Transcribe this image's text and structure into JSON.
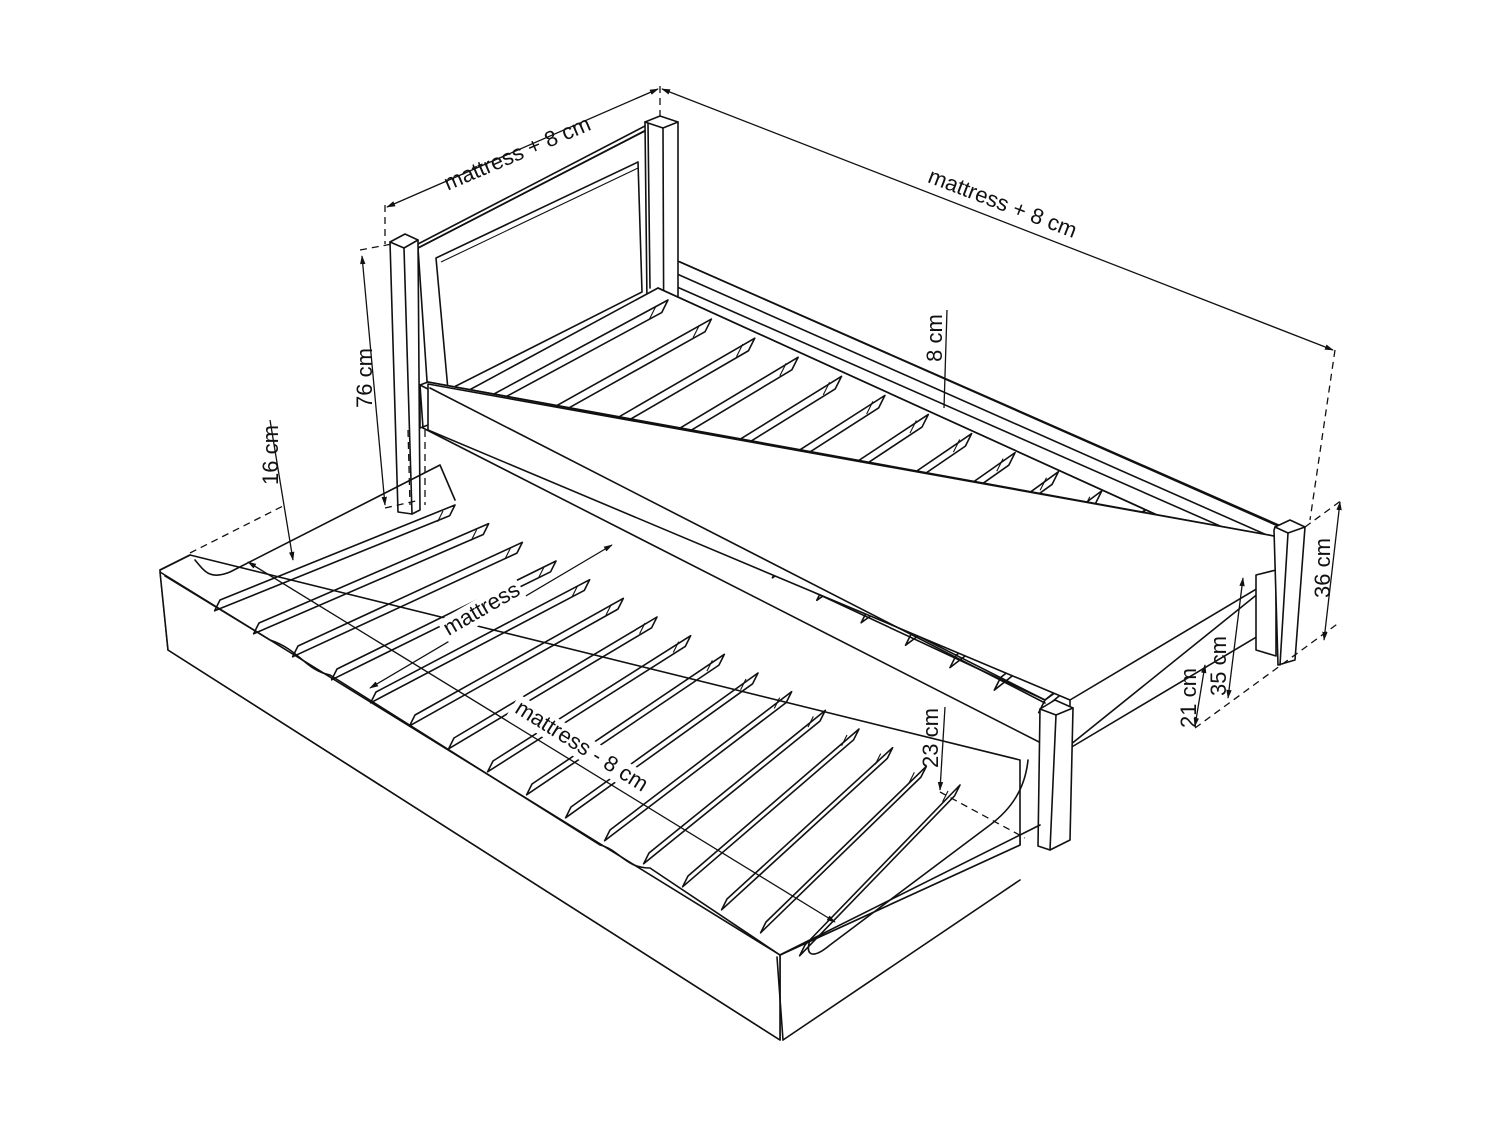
{
  "diagram": {
    "subject": "Trundle bed with pull-out lower bed, isometric dimension drawing",
    "colors": {
      "line": "#111111",
      "background": "#ffffff"
    },
    "dimensions": {
      "headboard_width": "mattress + 8 cm",
      "bed_length": "mattress + 8 cm",
      "headboard_height": "76 cm",
      "trundle_side_height": "16 cm",
      "side_rail_height": "8 cm",
      "trundle_width": "mattress",
      "trundle_length": "mattress - 8 cm",
      "trundle_top_height": "23 cm",
      "trundle_clearance": "21 cm",
      "rail_height": "35 cm",
      "footboard_height": "36 cm"
    }
  }
}
